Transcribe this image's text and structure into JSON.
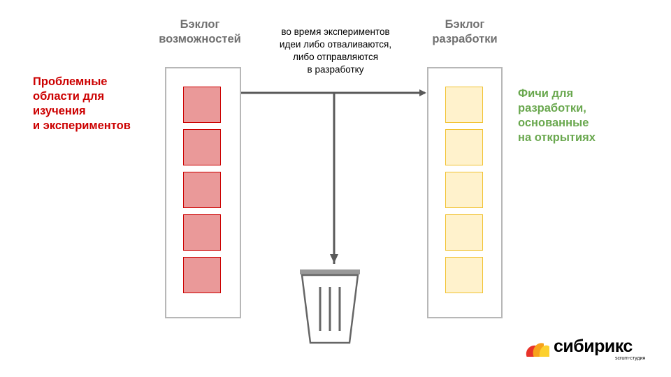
{
  "left_column": {
    "title": "Бэклог\nвозможностей",
    "card_count": 5
  },
  "right_column": {
    "title": "Бэклог\nразработки",
    "card_count": 5
  },
  "arrow_caption": "во время экспериментов\nидеи либо отваливаются,\nлибо отправляются\nв разработку",
  "left_label": {
    "text": "Проблемные\nобласти для\nизучения\nи экспериментов",
    "color": "#cc0000"
  },
  "right_label": {
    "text": "Фичи для\nразработки,\nоснованные\nна открытиях",
    "color": "#6aa84f"
  },
  "trash": {
    "icon": "trash-bin-icon"
  },
  "logo": {
    "name": "сибирикс",
    "subtitle": "scrum-студия",
    "colors": [
      "#e8332a",
      "#f7a21b",
      "#fcd02e"
    ]
  }
}
